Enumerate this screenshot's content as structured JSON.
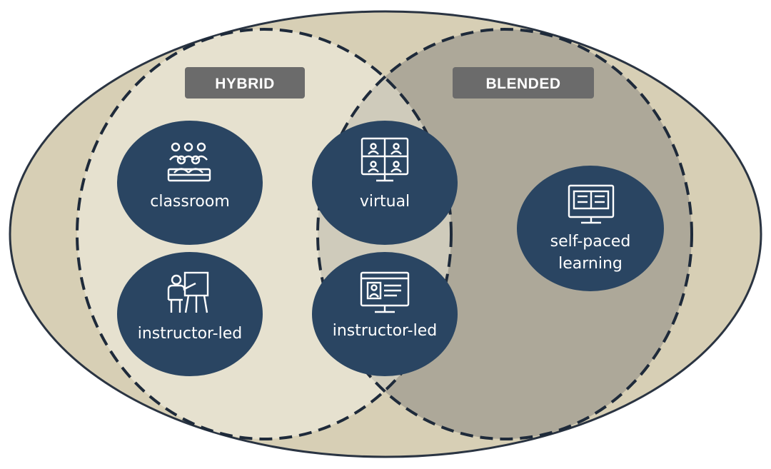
{
  "diagram": {
    "title": "Hybrid vs Blended Learning",
    "colors": {
      "outer_fill": "#d7cfb5",
      "outer_stroke": "#2a3442",
      "hybrid_fill": "#e6e1cf",
      "blended_fill": "#ada899",
      "overlap_fill": "#cfcbbb",
      "dash_stroke": "#1e2a3a",
      "node_fill": "#2a4562",
      "node_text": "#ffffff",
      "tag_fill": "#6b6b6b",
      "tag_text": "#ffffff"
    },
    "sets": [
      {
        "id": "hybrid",
        "label": "HYBRID"
      },
      {
        "id": "blended",
        "label": "BLENDED"
      }
    ],
    "nodes": [
      {
        "id": "classroom",
        "lines": [
          "classroom"
        ],
        "icon": "classroom-audience-icon",
        "group": "hybrid"
      },
      {
        "id": "instructor-led-in-person",
        "lines": [
          "instructor-led"
        ],
        "icon": "presenter-board-icon",
        "group": "hybrid"
      },
      {
        "id": "virtual",
        "lines": [
          "virtual"
        ],
        "icon": "video-conference-icon",
        "group": "hybrid+blended"
      },
      {
        "id": "instructor-led-virtual",
        "lines": [
          "instructor-led"
        ],
        "icon": "online-profile-monitor-icon",
        "group": "hybrid+blended"
      },
      {
        "id": "self-paced-learning",
        "lines": [
          "self-paced",
          "learning"
        ],
        "icon": "elearning-monitor-icon",
        "group": "blended"
      }
    ]
  }
}
